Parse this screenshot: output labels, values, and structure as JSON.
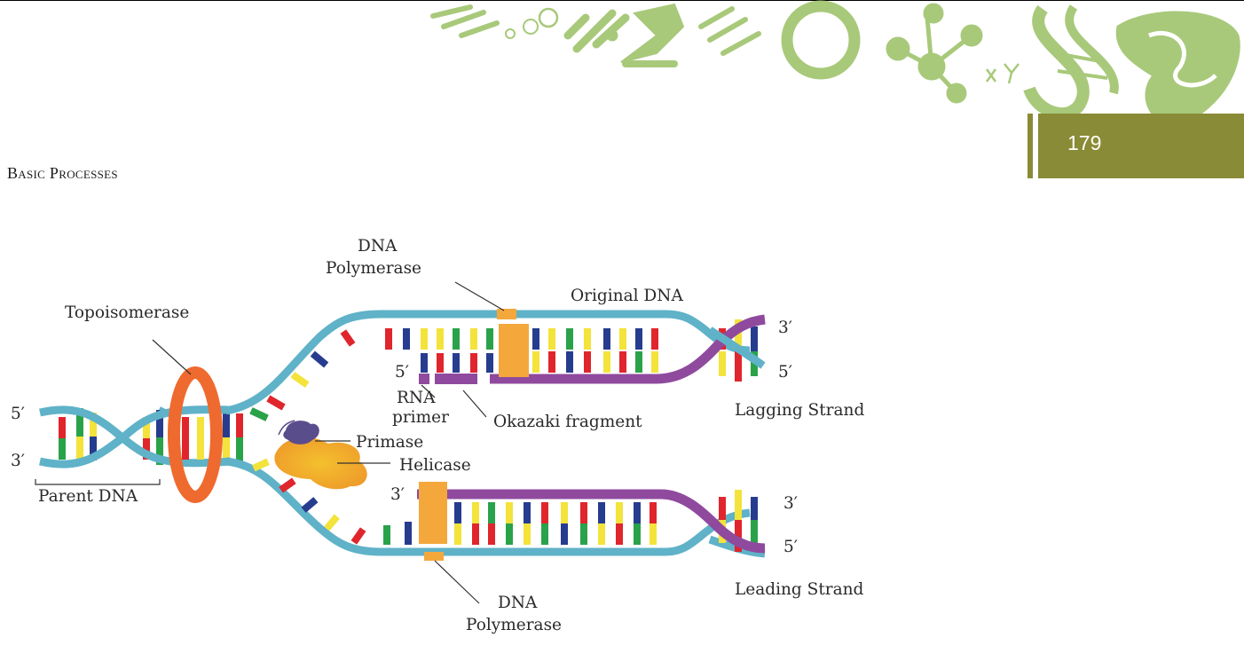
{
  "header": {
    "page_number": "179",
    "section_title": "Basic Processes"
  },
  "diagram": {
    "labels": {
      "dna_polymerase_top_1": "DNA",
      "dna_polymerase_top_2": "Polymerase",
      "original_dna": "Original DNA",
      "topoisomerase": "Topoisomerase",
      "five_prime_left": "5′",
      "three_prime_left": "3′",
      "parent_dna": "Parent DNA",
      "three_prime_top_right": "3′",
      "five_prime_top_right": "5′",
      "five_prime_okazaki": "5′",
      "rna_primer_1": "RNA",
      "rna_primer_2": "primer",
      "okazaki_fragment": "Okazaki fragment",
      "lagging_strand": "Lagging Strand",
      "primase": "Primase",
      "helicase": "Helicase",
      "three_prime_leading": "3′",
      "three_prime_bottom_right": "3′",
      "five_prime_bottom_right": "5′",
      "leading_strand": "Leading Strand",
      "dna_polymerase_bottom_1": "DNA",
      "dna_polymerase_bottom_2": "Polymerase"
    },
    "colors": {
      "backbone": "#5fb2c8",
      "new_strand": "#8f4a9e",
      "topoisomerase": "#ef6a2e",
      "polymerase": "#f4a83c",
      "primase": "#5a4d8c",
      "helicase": "#f1b22e",
      "base_red": "#e0252c",
      "base_yellow": "#f3e33b",
      "base_blue": "#263c8e",
      "base_green": "#2aa24a",
      "page_tab": "#8a8b36",
      "header_deco": "#a8c97a"
    }
  }
}
